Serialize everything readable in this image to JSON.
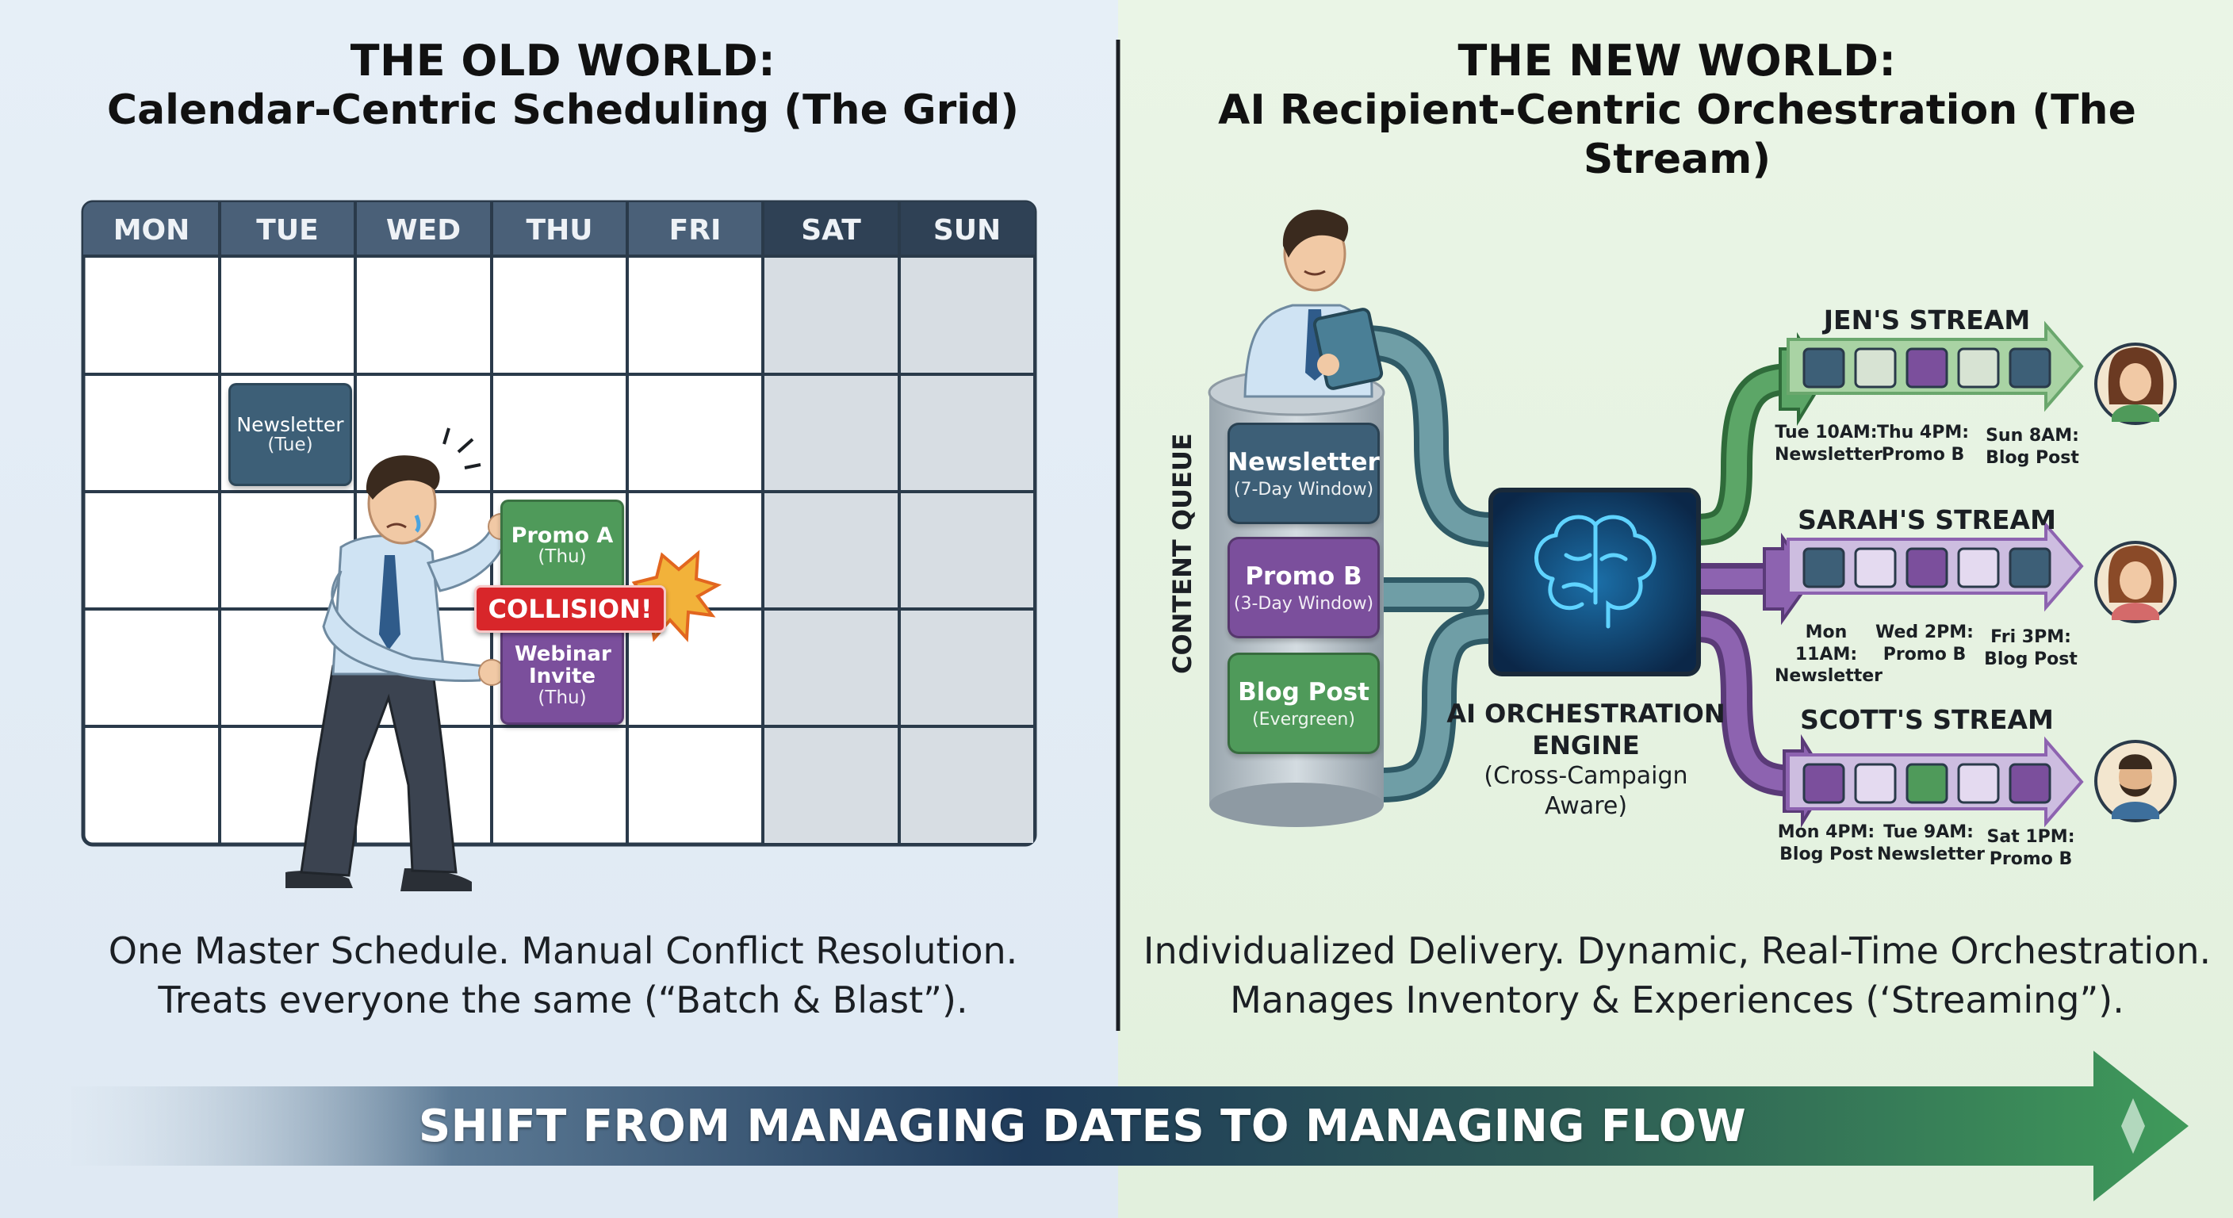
{
  "old_world": {
    "title_line1": "THE OLD WORLD:",
    "title_line2": "Calendar-Centric Scheduling (The Grid)",
    "days": [
      "MON",
      "TUE",
      "WED",
      "THU",
      "FRI",
      "SAT",
      "SUN"
    ],
    "events": {
      "newsletter": {
        "label": "Newsletter",
        "sub": "(Tue)"
      },
      "promo_a": {
        "label": "Promo A",
        "sub": "(Thu)"
      },
      "webinar": {
        "label": "Webinar Invite",
        "sub": "(Thu)"
      }
    },
    "collision": "COLLISION!",
    "caption_line1": "One Master Schedule. Manual Conflict Resolution.",
    "caption_line2": "Treats everyone the same (“Batch & Blast”)."
  },
  "new_world": {
    "title_line1": "THE NEW WORLD:",
    "title_line2": "AI Recipient-Centric Orchestration (The Stream)",
    "queue_label": "CONTENT QUEUE",
    "queue": [
      {
        "label": "Newsletter",
        "sub": "(7-Day Window)"
      },
      {
        "label": "Promo B",
        "sub": "(3-Day Window)"
      },
      {
        "label": "Blog Post",
        "sub": "(Evergreen)"
      }
    ],
    "engine": {
      "line1": "AI ORCHESTRATION",
      "line2": "ENGINE",
      "line3": "(Cross-Campaign",
      "line4": "Aware)"
    },
    "streams": [
      {
        "name": "JEN'S STREAM",
        "items": [
          {
            "time": "Tue 10AM:",
            "content": "Newsletter"
          },
          {
            "time": "Thu 4PM:",
            "content": "Promo B"
          },
          {
            "time": "Sun 8AM:",
            "content": "Blog Post"
          }
        ]
      },
      {
        "name": "SARAH'S STREAM",
        "items": [
          {
            "time": "Mon 11AM:",
            "content": "Newsletter"
          },
          {
            "time": "Wed 2PM:",
            "content": "Promo B"
          },
          {
            "time": "Fri 3PM:",
            "content": "Blog Post"
          }
        ]
      },
      {
        "name": "SCOTT'S STREAM",
        "items": [
          {
            "time": "Mon 4PM:",
            "content": "Blog Post"
          },
          {
            "time": "Tue 9AM:",
            "content": "Newsletter"
          },
          {
            "time": "Sat 1PM:",
            "content": "Promo B"
          }
        ]
      }
    ],
    "caption_line1": "Individualized Delivery. Dynamic, Real-Time Orchestration.",
    "caption_line2": "Manages Inventory & Experiences (‘Streaming”)."
  },
  "banner": "SHIFT FROM MANAGING DATES TO MANAGING FLOW",
  "colors": {
    "slate": "#3d5f77",
    "green": "#4f9a5a",
    "purple": "#7b4f9c",
    "collision_red": "#d8262a",
    "left_bg": "#e4eef6",
    "right_bg": "#e7f3e3"
  },
  "icons": [
    "stressed-person-icon",
    "presenter-person-icon",
    "ai-brain-icon",
    "jen-avatar-icon",
    "sarah-avatar-icon",
    "scott-avatar-icon"
  ]
}
